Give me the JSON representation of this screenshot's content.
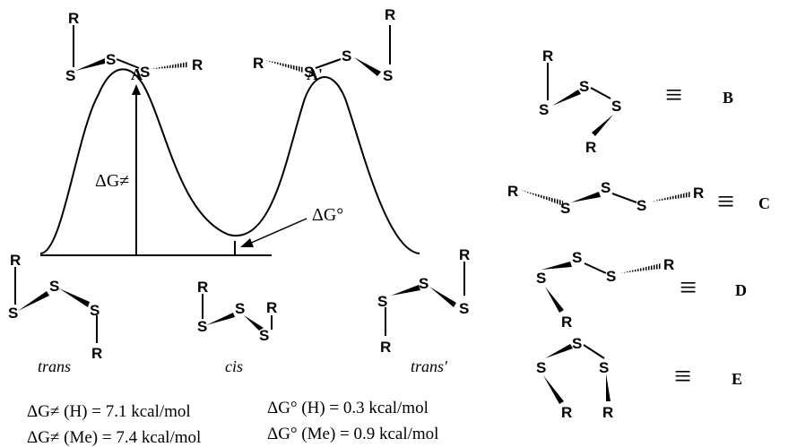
{
  "atoms": {
    "sulfur": "S",
    "substituent": "R"
  },
  "energy_profile": {
    "peak_left_label": "A",
    "peak_right_label": "A'",
    "barrier_label": "ΔG≠",
    "delta_g_label": "ΔG°"
  },
  "conformer_labels": {
    "trans": "trans",
    "cis": "cis",
    "trans_prime": "trans'"
  },
  "energies": {
    "dg_barrier_h": "ΔG≠ (H) = 7.1 kcal/mol",
    "dg_barrier_me": "ΔG≠ (Me) = 7.4 kcal/mol",
    "dg_standard_h": "ΔG° (H) = 0.3 kcal/mol",
    "dg_standard_me": "ΔG° (Me) = 0.9 kcal/mol"
  },
  "equivalence_symbol": "≡",
  "structure_labels": [
    "B",
    "C",
    "D",
    "E"
  ]
}
